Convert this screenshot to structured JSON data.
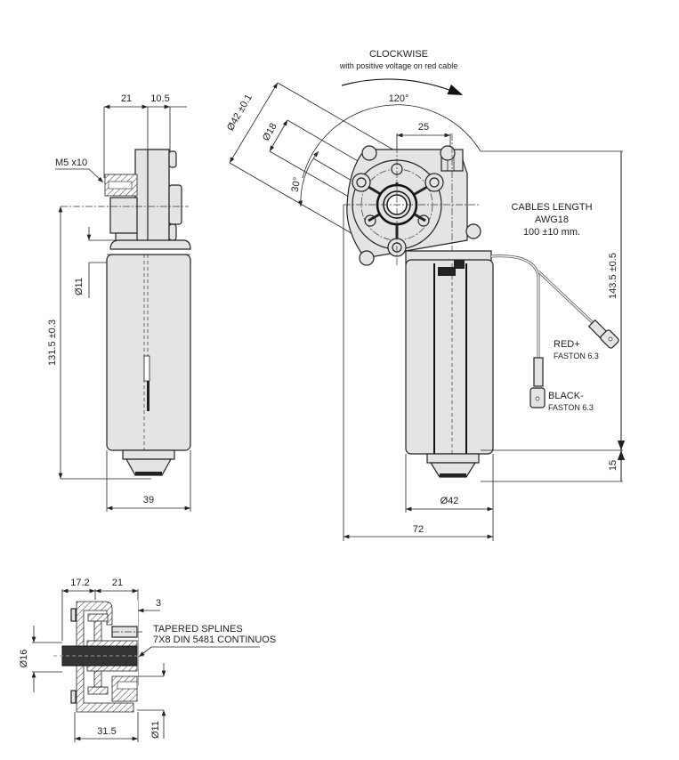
{
  "drawing": {
    "rotation": {
      "title": "CLOCKWISE",
      "subtitle": "with positive voltage on red cable",
      "angle": "120°"
    },
    "side_view": {
      "dim_top_left": "21",
      "dim_top_right": "10.5",
      "thread_label": "M5 x10",
      "dim_shaft_dia": "Ø11",
      "dim_height": "131.5 ±0.3",
      "dim_width": "39"
    },
    "front_view": {
      "dim_flange_dia": "Ø42 ±0.1",
      "dim_hub_dia": "Ø18",
      "dim_angle": "30°",
      "dim_hole_spacing": "25",
      "cables_title": "CABLES LENGTH",
      "cables_gauge": "AWG18",
      "cables_length": "100 ±10 mm.",
      "red_label": "RED+",
      "red_connector": "FASTON 6.3",
      "black_label": "BLACK-",
      "black_connector": "FASTON 6.3",
      "dim_total_height": "143.5 ±0.5",
      "dim_bottom": "15",
      "dim_body_dia": "Ø42",
      "dim_total_width": "72"
    },
    "section_view": {
      "dim_left": "17.2",
      "dim_mid": "21",
      "dim_offset": "3",
      "spline_label_1": "TAPERED SPLINES",
      "spline_label_2": "7X8 DIN 5481 CONTINUOS",
      "dim_bore": "Ø16",
      "dim_width": "31.5",
      "dim_shaft": "Ø11"
    }
  }
}
